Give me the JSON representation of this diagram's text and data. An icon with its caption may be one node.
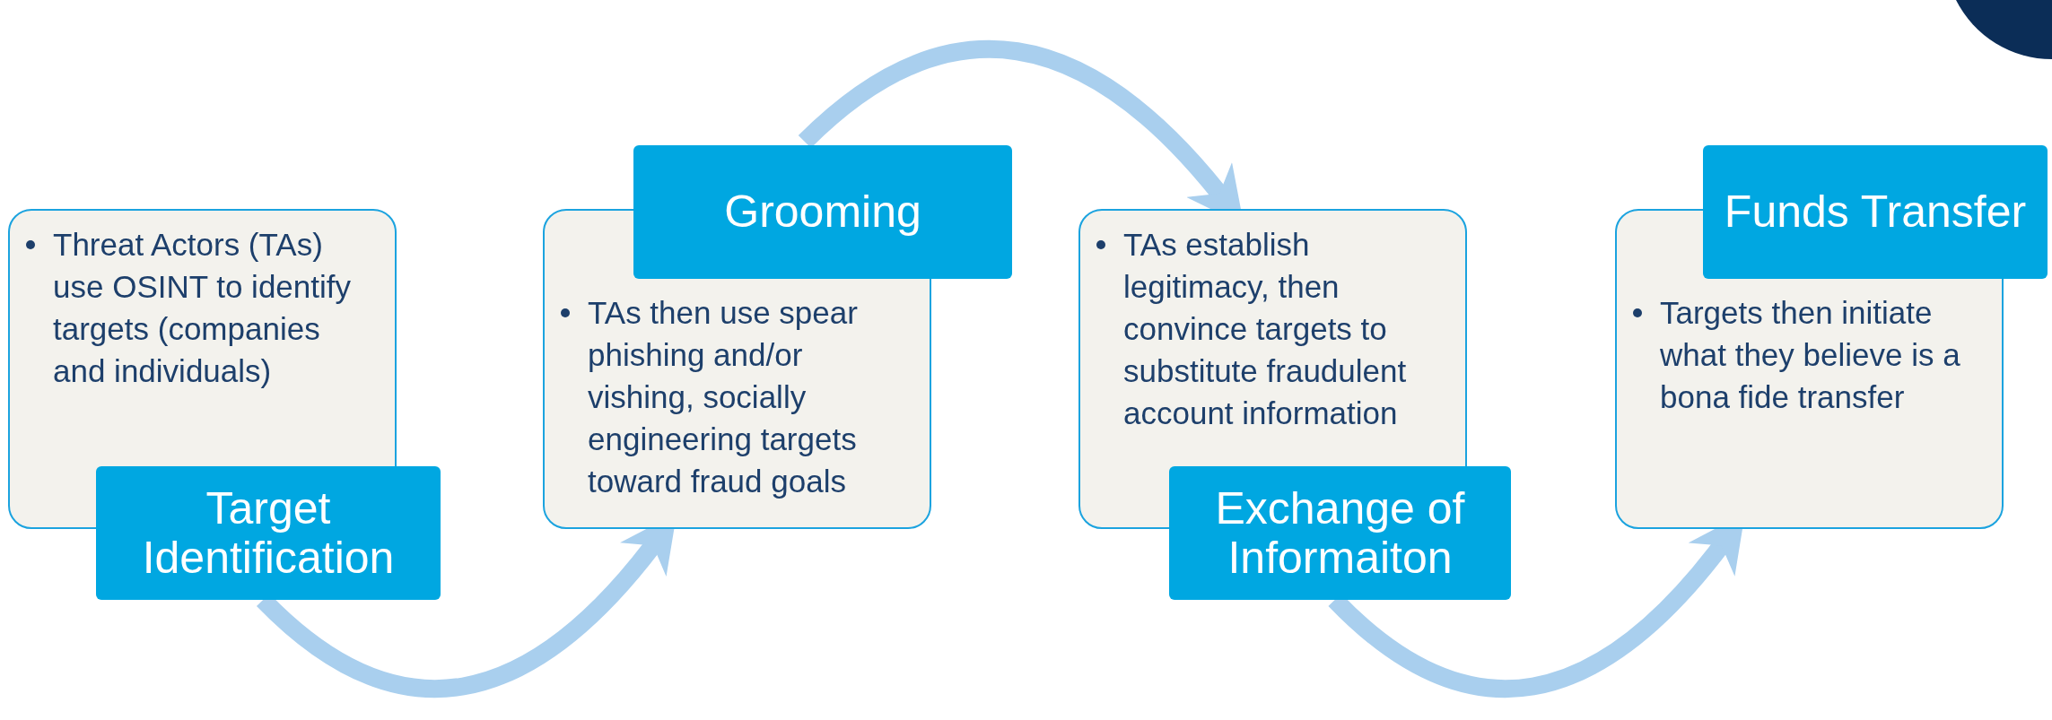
{
  "diagram": {
    "nodes": [
      {
        "text": [
          "Threat Actors (TAs) use OSINT to identify targets (companies and individuals)",
          "Target Identification"
        ]
      },
      {
        "text": [
          "Grooming",
          "TAs then use spear phishing and/or vishing, socially engineering targets toward fraud goals"
        ]
      },
      {
        "text": [
          "TAs establish legitimacy, then convince targets to substitute fraudulent account information",
          "Exchange of Informaiton"
        ]
      },
      {
        "text": [
          "Funds Transfer",
          "Targets then initiate what they believe is a bona fide transfer"
        ]
      }
    ],
    "edges": [
      {
        "from": 0,
        "to": 1,
        "arrow": "to"
      },
      {
        "from": 1,
        "to": 2,
        "arrow": "to"
      },
      {
        "from": 2,
        "to": 3,
        "arrow": "to"
      }
    ]
  }
}
